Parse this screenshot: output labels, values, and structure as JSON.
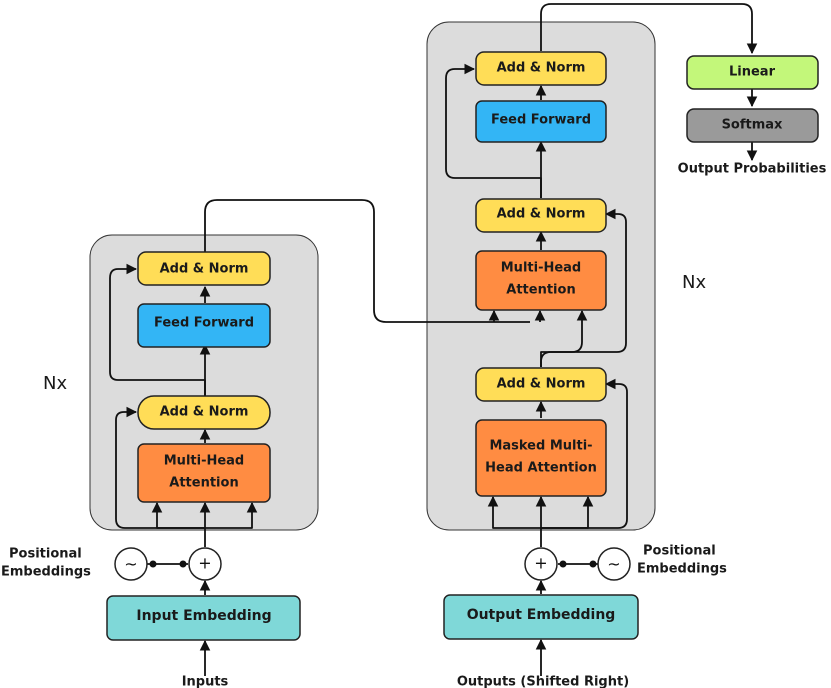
{
  "colors": {
    "add_norm": "#ffdd57",
    "attention": "#ff8c42",
    "feed_forward": "#33b5f5",
    "embedding": "#7fd8d8",
    "linear": "#c3f77a",
    "softmax": "#9a9a9a",
    "panel": "#dcdcdc"
  },
  "encoder": {
    "repeat": "Nx",
    "add_norm_top": "Add & Norm",
    "feed_forward": "Feed Forward",
    "add_norm_bottom": "Add & Norm",
    "attention_line1": "Multi-Head",
    "attention_line2": "Attention",
    "positional_line1": "Positional",
    "positional_line2": "Embeddings",
    "embedding": "Input Embedding",
    "input": "Inputs",
    "plus": "+",
    "tilde": "~"
  },
  "decoder": {
    "repeat": "Nx",
    "add_norm_top": "Add & Norm",
    "feed_forward": "Feed Forward",
    "add_norm_mid": "Add & Norm",
    "cross_attention_line1": "Multi-Head",
    "cross_attention_line2": "Attention",
    "add_norm_bottom": "Add & Norm",
    "masked_attention_line1": "Masked Multi-",
    "masked_attention_line2": "Head Attention",
    "positional_line1": "Positional",
    "positional_line2": "Embeddings",
    "embedding": "Output Embedding",
    "input": "Outputs (Shifted Right)",
    "plus": "+",
    "tilde": "~"
  },
  "output": {
    "linear": "Linear",
    "softmax": "Softmax",
    "probabilities": "Output Probabilities"
  }
}
